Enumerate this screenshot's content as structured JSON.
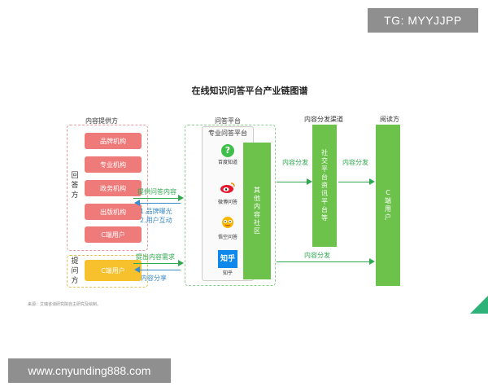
{
  "overlay": {
    "tag": "TG: MYYJJPP",
    "url": "www.cnyunding888.com"
  },
  "diagram": {
    "title": "在线知识问答平台产业链图谱",
    "headers": {
      "provider": "内容提供方",
      "platform": "问答平台",
      "channel": "内容分发渠道",
      "reader": "阅读方"
    },
    "side_labels": {
      "answer": "回答方",
      "asker": "提问方"
    },
    "providers": [
      "品牌机构",
      "专业机构",
      "政务机构",
      "出版机构",
      "C端用户"
    ],
    "asker_box": "C端用户",
    "platform_title": "专业问答平台",
    "platforms": [
      {
        "name": "百度知道",
        "icon": "baidu-zhidao-icon"
      },
      {
        "name": "微博问答",
        "icon": "weibo-icon"
      },
      {
        "name": "悟空问答",
        "icon": "wukong-icon"
      },
      {
        "name": "知乎",
        "icon": "zhihu-icon",
        "logo_text": "知乎"
      }
    ],
    "other_community": "其他内容社区",
    "social_platform": "社交平台资讯平台等",
    "reader_box": "C端用户",
    "flows": {
      "provide_answers": "提供问答内容",
      "brand_exposure": "1.品牌曝光",
      "user_interaction": "2.用户互动",
      "raise_demand": "提出内容需求",
      "content_share": "内容分享",
      "content_distribution_1": "内容分发",
      "content_distribution_2": "内容分发",
      "content_distribution_bottom": "内容分发"
    },
    "source_note": "来源：艾瑞咨询研究院自主研究及绘制。"
  },
  "colors": {
    "provider_box": "#ef7a7a",
    "asker_box": "#f6c12c",
    "green_column": "#6cc24a",
    "arrow_green": "#2fa84f",
    "arrow_blue": "#3b8bc9",
    "overlay_bg": "#8f8f8f"
  }
}
